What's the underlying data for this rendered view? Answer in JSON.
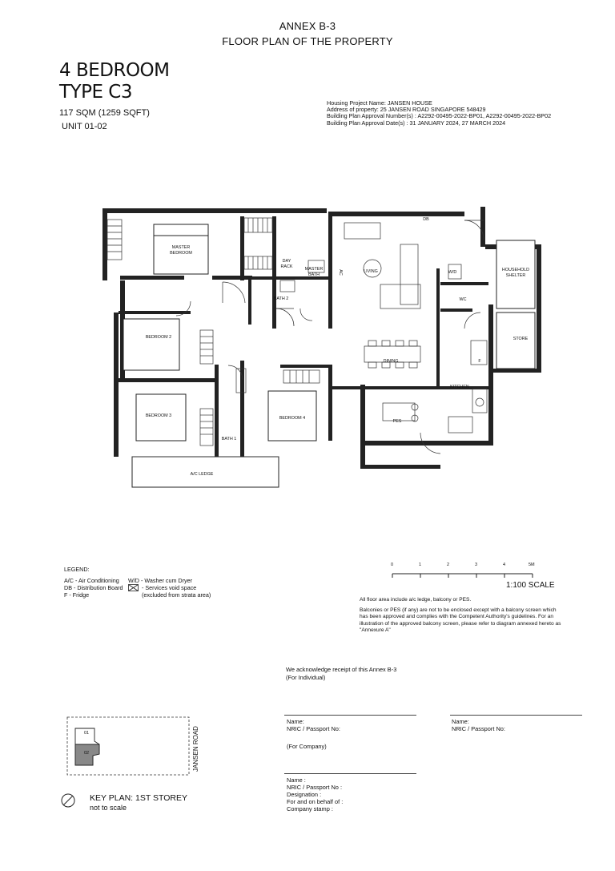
{
  "header": {
    "line1": "ANNEX B-3",
    "line2": "FLOOR PLAN OF THE PROPERTY"
  },
  "unit": {
    "type_line1": "4 BEDROOM",
    "type_line2": "TYPE C3",
    "area": "117 SQM (1259 SQFT)",
    "unit_no": "UNIT 01-02"
  },
  "project": {
    "name": "Housing Project Name: JANSEN HOUSE",
    "address": "Address of property: 25 JANSEN ROAD SINGAPORE 548429",
    "approval_no": "Building Plan Approval Number(s) :  A2292-00495-2022-BP01, A2292-00495-2022-BP02",
    "approval_date": "Building Plan Approval Date(s) : 31 JANUARY 2024, 27 MARCH 2024"
  },
  "rooms": {
    "master_bedroom": [
      "MASTER",
      "BEDROOM"
    ],
    "day_rack": [
      "DAY",
      "RACK"
    ],
    "master_bath": [
      "MASTER",
      "BATH"
    ],
    "living": "LIVING",
    "db": "DB",
    "wd": "W/D",
    "household_shelter": [
      "HOUSEHOLD",
      "SHELTER"
    ],
    "wc": "WC",
    "store": "STORE",
    "bath2": "BATH 2",
    "bedroom2": "BEDROOM 2",
    "dining": "DINING",
    "fridge": "F",
    "kitchen": "KITCHEN",
    "bedroom3": "BEDROOM 3",
    "bedroom4": "BEDROOM 4",
    "pes": "PES",
    "bath1": "BATH 1",
    "ac_ledge": "A/C LEDGE",
    "ac_mark": "AC"
  },
  "legend": {
    "title": "LEGEND:",
    "ac": "A/C - Air Conditioning",
    "db": "DB - Distribution Board",
    "f": "F - Fridge",
    "wd": "W/D - Washer cum Dryer",
    "void1": "- Services void space",
    "void2": "(excluded from strata area)"
  },
  "scale": {
    "ticks": [
      "0",
      "1",
      "2",
      "3",
      "4",
      "5M"
    ],
    "label": "1:100 SCALE"
  },
  "notes": {
    "n1": "All floor area include a/c ledge, balcony or PES.",
    "n2a": "Balconies or PES (if any) are not to be enclosed except with a balcony screen which",
    "n2b": "has been approved and complies with the Competent Authority's guidelines. For an",
    "n2c": "illustration of the approved balcony screen, please refer to diagram annexed hereto as",
    "n2d": "\"Annexure A\""
  },
  "ack": {
    "line1": "We acknowledge receipt of this Annex B-3",
    "line2": "(For Individual)"
  },
  "sign_left": {
    "name": "Name:",
    "nric": "NRIC / Passport No:",
    "company": "(For Company)"
  },
  "sign_right": {
    "name": "Name:",
    "nric": "NRIC / Passport No:"
  },
  "sign_company": {
    "name": "Name :",
    "nric": "NRIC / Passport No :",
    "designation": "Designation :",
    "behalf": "For and on behalf of :",
    "stamp": "Company stamp :"
  },
  "keyplan": {
    "unit01": "01",
    "unit02": "02",
    "road": "JANSEN ROAD",
    "title": "KEY PLAN: 1ST STOREY",
    "subtitle": "not to scale"
  }
}
